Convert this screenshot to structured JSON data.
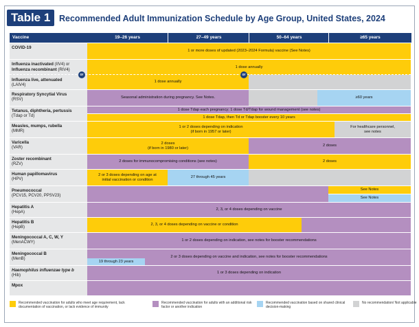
{
  "title": {
    "badge": "Table 1",
    "text": "Recommended Adult Immunization Schedule by Age Group, United States, 2024"
  },
  "headers": {
    "vaccine": "Vaccine",
    "age1": "19–26 years",
    "age2": "27–49 years",
    "age3": "50–64 years",
    "age4": "≥65 years"
  },
  "vaccines": {
    "covid": {
      "name": "COVID-19",
      "sub": "",
      "bar1": "1 or more doses of updated (2023–2024 Formula) vaccine (See Notes)"
    },
    "flu_inact": {
      "name": "Influenza inactivated",
      "name_extra": " (IIV4) or",
      "name2": "Influenza recombinant",
      "name2_extra": " (RIV4)",
      "bar1": "1 dose annually"
    },
    "flu_live": {
      "name": "Influenza live, attenuated",
      "sub": "(LAIV4)",
      "bar1": "1 dose annually"
    },
    "rsv": {
      "name": "Respiratory Syncytial Virus",
      "sub": "(RSV)",
      "bar1": "Seasonal administration during pregnancy. See Notes.",
      "bar2": "≥60 years"
    },
    "tdap": {
      "name": "Tetanus, diphtheria, pertussis",
      "sub": "(Tdap or Td)",
      "bar1": "1 dose Tdap each pregnancy; 1 dose Td/Tdap for wound management (see notes)",
      "bar2": "1 dose Tdap, then Td or Tdap booster every 10 years"
    },
    "mmr": {
      "name": "Measles, mumps, rubella",
      "sub": "(MMR)",
      "bar1": "1 or 2 doses depending on indication",
      "bar1b": "(if born in 1957 or later)",
      "bar2": "For healthcare personnel,",
      "bar2b": "see notes"
    },
    "var": {
      "name": "Varicella",
      "sub": "(VAR)",
      "bar1": "2 doses",
      "bar1b": "(if born in 1980 or later)",
      "bar2": "2 doses"
    },
    "rzv": {
      "name": "Zoster recombinant",
      "sub": "(RZV)",
      "bar1": "2 doses for immunocompromising conditions (see notes)",
      "bar2": "2 doses"
    },
    "hpv": {
      "name": "Human papillomavirus",
      "sub": "(HPV)",
      "bar1": "2 or 3 doses depending on age at",
      "bar1b": "initial vaccination or condition",
      "bar2": "27 through 45 years"
    },
    "pneumo": {
      "name": "Pneumococcal",
      "sub": "(PCV15, PCV20, PPSV23)",
      "bar1": "See Notes",
      "bar2": "See Notes"
    },
    "hepa": {
      "name": "Hepatitis A",
      "sub": "(HepA)",
      "bar1": "2, 3, or 4 doses depending on vaccine"
    },
    "hepb": {
      "name": "Hepatitis B",
      "sub": "(HepB)",
      "bar1": "2, 3, or 4 doses depending on vaccine or condition"
    },
    "menacwy": {
      "name": "Meningococcal A, C, W, Y",
      "sub": "(MenACWY)",
      "bar1": "1 or 2 doses depending on indication, see notes for booster recommendations"
    },
    "menb": {
      "name": "Meningococcal B",
      "sub": "(MenB)",
      "bar1": "2 or 3 doses depending on vaccine and indication, see notes for booster recommendations",
      "bar2": "19 through 23 years"
    },
    "hib": {
      "name": "Haemophilus influenzae type b",
      "sub": "(Hib)",
      "bar1": "1 or 3 doses depending on indication"
    },
    "mpox": {
      "name": "Mpox",
      "sub": ""
    }
  },
  "or_label": "or",
  "legend": {
    "yellow": "Recommended vaccination for adults who meet age requirement, lack documentation of vaccination, or lack evidence of immunity",
    "purple": "Recommended vaccination for adults with an additional risk factor or another indication",
    "blue": "Recommended vaccination based on shared clinical decision-making",
    "gray": "No recommendation/ Not applicable"
  },
  "colors": {
    "yellow": "#fecc0a",
    "purple": "#b48fc0",
    "blue": "#a6d4f2",
    "gray": "#d2d3d4",
    "navy": "#1d3f7a"
  }
}
